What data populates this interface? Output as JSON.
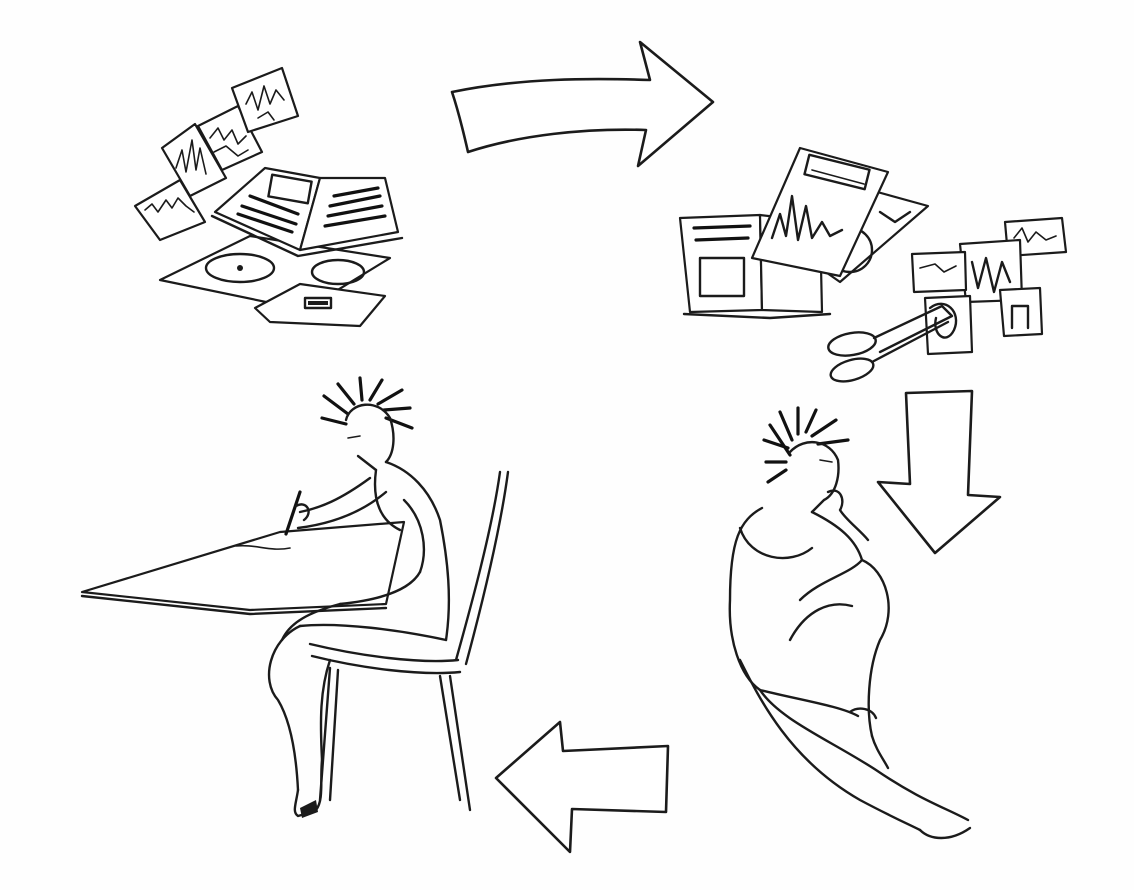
{
  "illustration": {
    "style": "hand-drawn ink line art",
    "background": "#fefefe",
    "ink_color": "#1b1b1b",
    "scenes": [
      {
        "name": "collect-materials",
        "icon": "books-papers-records-icon"
      },
      {
        "name": "cut-and-assemble",
        "icon": "magazines-scissors-clippings-icon"
      },
      {
        "name": "contemplate",
        "icon": "seated-thinking-person-icon"
      },
      {
        "name": "write-at-desk",
        "icon": "person-writing-at-desk-icon"
      }
    ],
    "arrows": [
      {
        "name": "arrow-top",
        "direction": "right"
      },
      {
        "name": "arrow-right",
        "direction": "down"
      },
      {
        "name": "arrow-bottom",
        "direction": "left"
      }
    ]
  }
}
